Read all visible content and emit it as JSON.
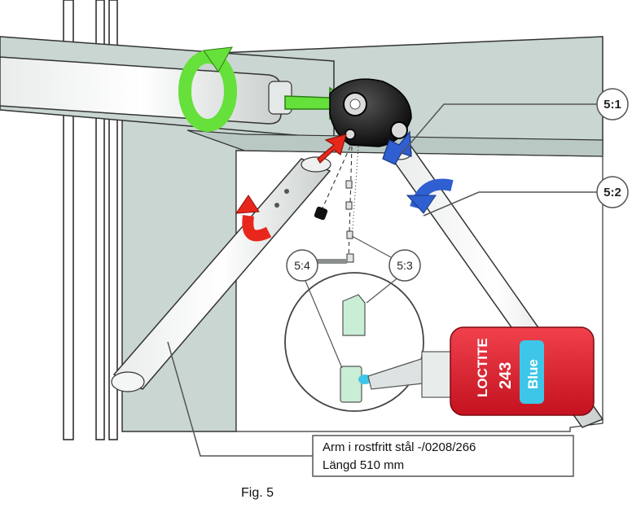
{
  "callouts": {
    "c51": "5:1",
    "c52": "5:2",
    "c53": "5:3",
    "c54": "5:4"
  },
  "note": {
    "line1": "Arm i rostfritt stål -/0208/266",
    "line2": "Längd 510 mm"
  },
  "bottle": {
    "brand": "LOCTITE",
    "number": "243",
    "color_label": "Blue"
  },
  "caption": "Fig. 5",
  "colors": {
    "frame": "#c9d6d1",
    "frame_dark": "#9fb0aa",
    "green_arrow": "#66e03a",
    "red_arrow": "#e8271c",
    "blue_arrow": "#2f5fd0",
    "bottle_red": "#e0202e",
    "bottle_blue": "#3ec6e8"
  }
}
